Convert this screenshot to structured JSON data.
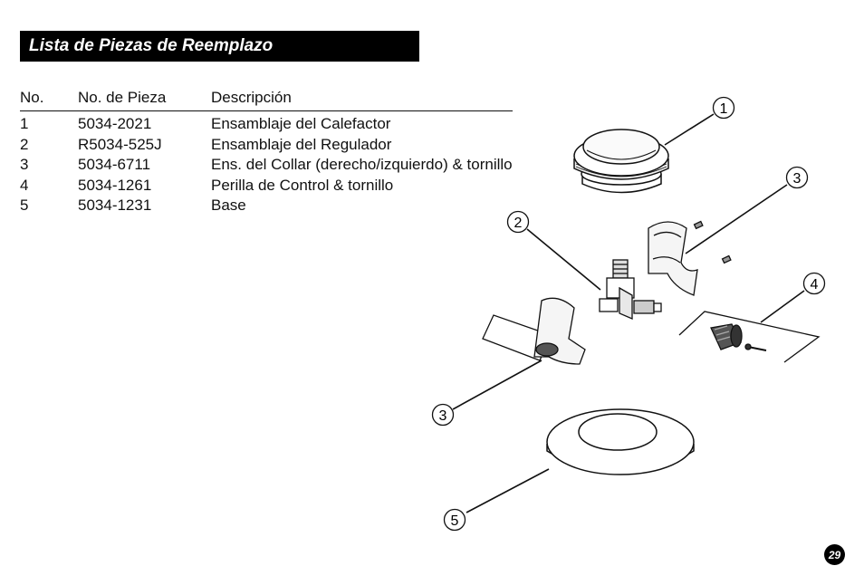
{
  "header": {
    "title": "Lista de Piezas de Reemplazo"
  },
  "table": {
    "columns": [
      "No.",
      "No. de Pieza",
      "Descripción"
    ],
    "rows": [
      [
        "1",
        "5034-2021",
        "Ensamblaje del Calefactor"
      ],
      [
        "2",
        "R5034-525J",
        "Ensamblaje del Regulador"
      ],
      [
        "3",
        "5034-6711",
        "Ens. del Collar (derecho/izquierdo) & tornillo"
      ],
      [
        "4",
        "5034-1261",
        "Perilla de Control & tornillo"
      ],
      [
        "5",
        "5034-1231",
        "Base"
      ]
    ]
  },
  "diagram": {
    "callouts": [
      "1",
      "2",
      "3",
      "3",
      "4",
      "5"
    ]
  },
  "page_number": "29"
}
